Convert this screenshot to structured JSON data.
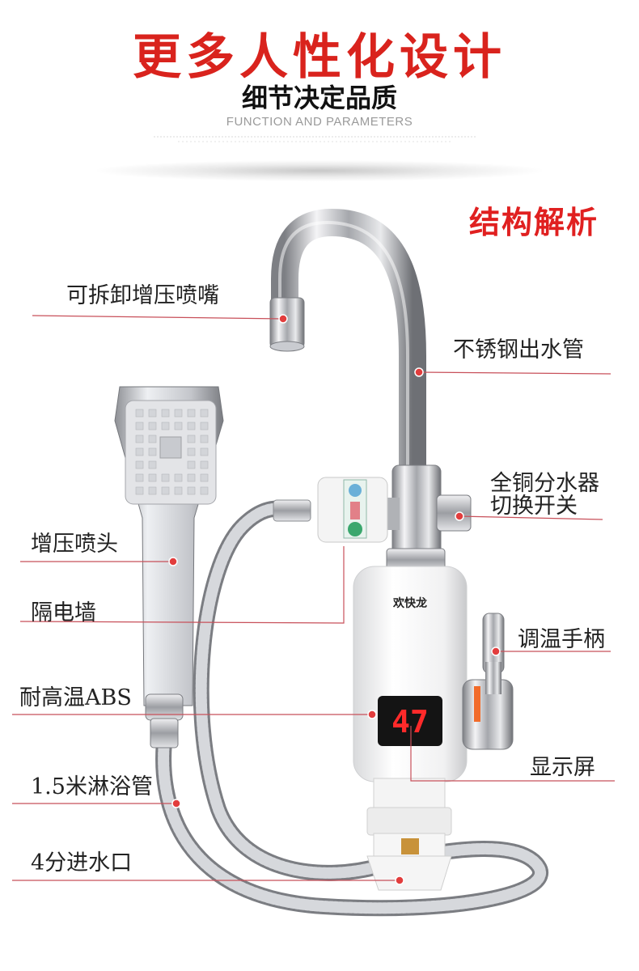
{
  "header": {
    "title": "更多人性化设计",
    "subtitle": "细节决定品质",
    "caption": "FUNCTION AND PARAMETERS"
  },
  "section_title": "结构解析",
  "product": {
    "brand": "欢快龙",
    "display_value": "47"
  },
  "callouts": {
    "nozzle": "可拆卸增压喷嘴",
    "outlet_pipe": "不锈钢出水管",
    "diverter_line1": "全铜分水器",
    "diverter_line2": "切换开关",
    "shower_head": "增压喷头",
    "isolation_wall": "隔电墙",
    "temp_handle": "调温手柄",
    "abs": "耐高温ABS",
    "display": "显示屏",
    "hose": "1.5米淋浴管",
    "inlet": "4分进水口"
  },
  "colors": {
    "accent_red": "#d9231d",
    "leader_line": "#c8505a"
  }
}
